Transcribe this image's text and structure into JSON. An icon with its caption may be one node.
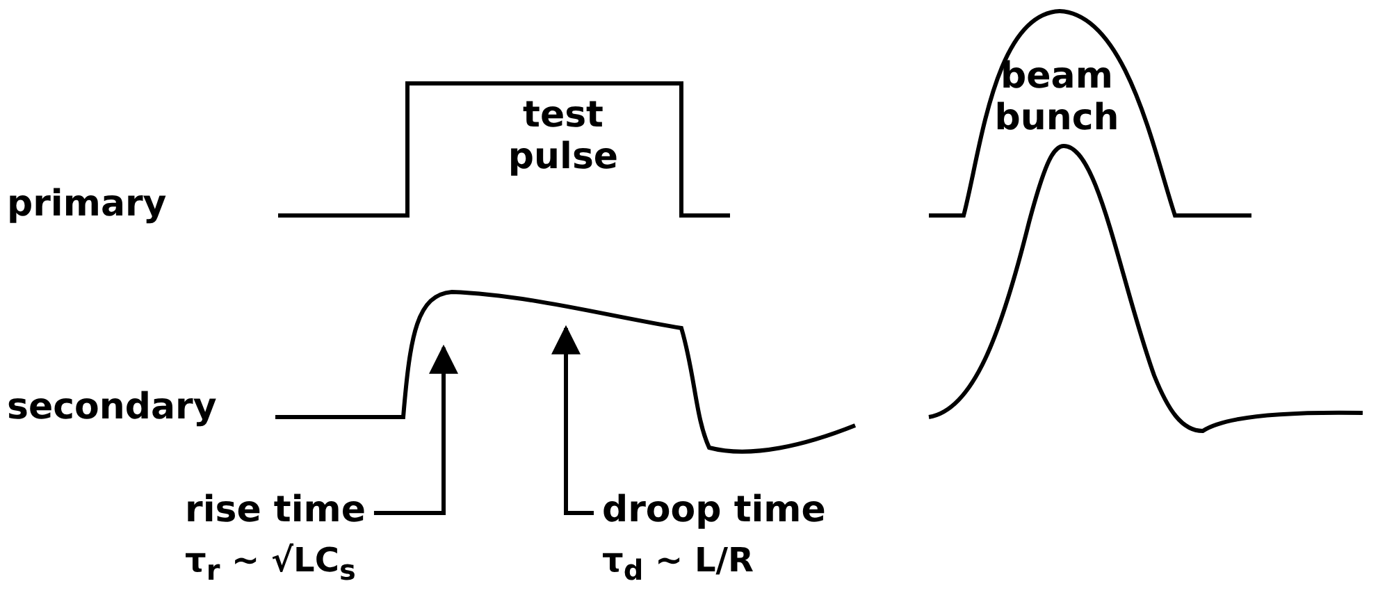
{
  "diagram": {
    "nodes": [
      {
        "text": [
          "rise time"
        ]
      },
      {
        "text": [
          "droop time"
        ]
      }
    ],
    "edges": [
      {
        "from": 0,
        "to": null,
        "arrow": "to"
      },
      {
        "from": 1,
        "to": null,
        "arrow": "to"
      }
    ],
    "labels": [
      "test pulse",
      "beam bunch",
      "primary",
      "secondary",
      "τ$_{r}$ ~ √LC$_{s}$",
      "τ$_{d}$ ~ L/R"
    ]
  }
}
